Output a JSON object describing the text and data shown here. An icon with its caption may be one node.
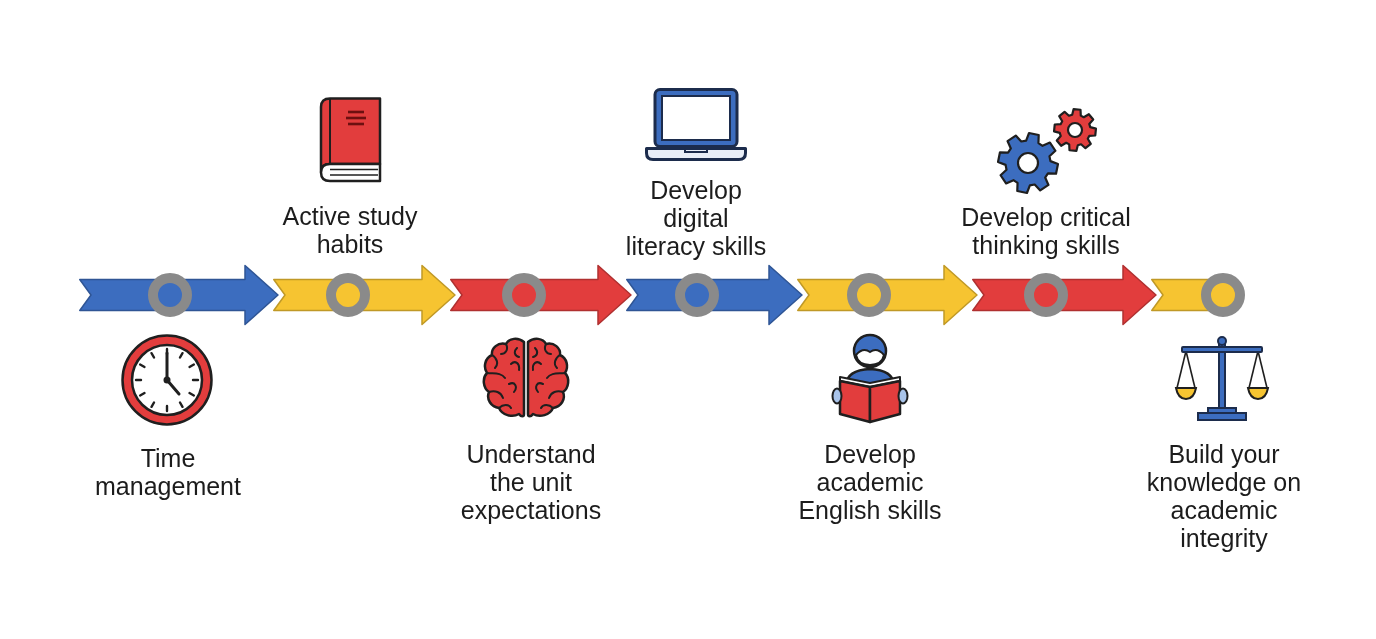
{
  "diagram": {
    "nodes": [
      {
        "text": [],
        "shape": "circle"
      },
      {
        "text": [],
        "shape": "circle",
        "beside": [
          "Active study habits"
        ]
      },
      {
        "text": [],
        "shape": "circle"
      },
      {
        "text": [],
        "shape": "circle",
        "beside": [
          "Develop digital literacy skills"
        ]
      },
      {
        "text": [],
        "shape": "circle"
      },
      {
        "text": [],
        "shape": "circle",
        "beside": [
          "Develop critical thinking skills"
        ]
      },
      {
        "text": [],
        "shape": "circle"
      }
    ],
    "edges": [
      {
        "from": 0,
        "to": 1,
        "arrow": "to"
      },
      {
        "from": 1,
        "to": 2,
        "arrow": "to",
        "color": "#f6c431"
      },
      {
        "from": 2,
        "to": 3,
        "arrow": "to",
        "color": "#e23d3d"
      },
      {
        "from": 3,
        "to": 4,
        "arrow": "to"
      },
      {
        "from": 4,
        "to": 5,
        "arrow": "to",
        "color": "#f6c431"
      },
      {
        "from": 5,
        "to": 6,
        "arrow": "to",
        "color": "#e23d3d"
      }
    ],
    "labels": [
      "Time management",
      "Understand the unit expectations",
      "Develop academic English skills",
      "Build your knowledge on academic integrity"
    ]
  }
}
